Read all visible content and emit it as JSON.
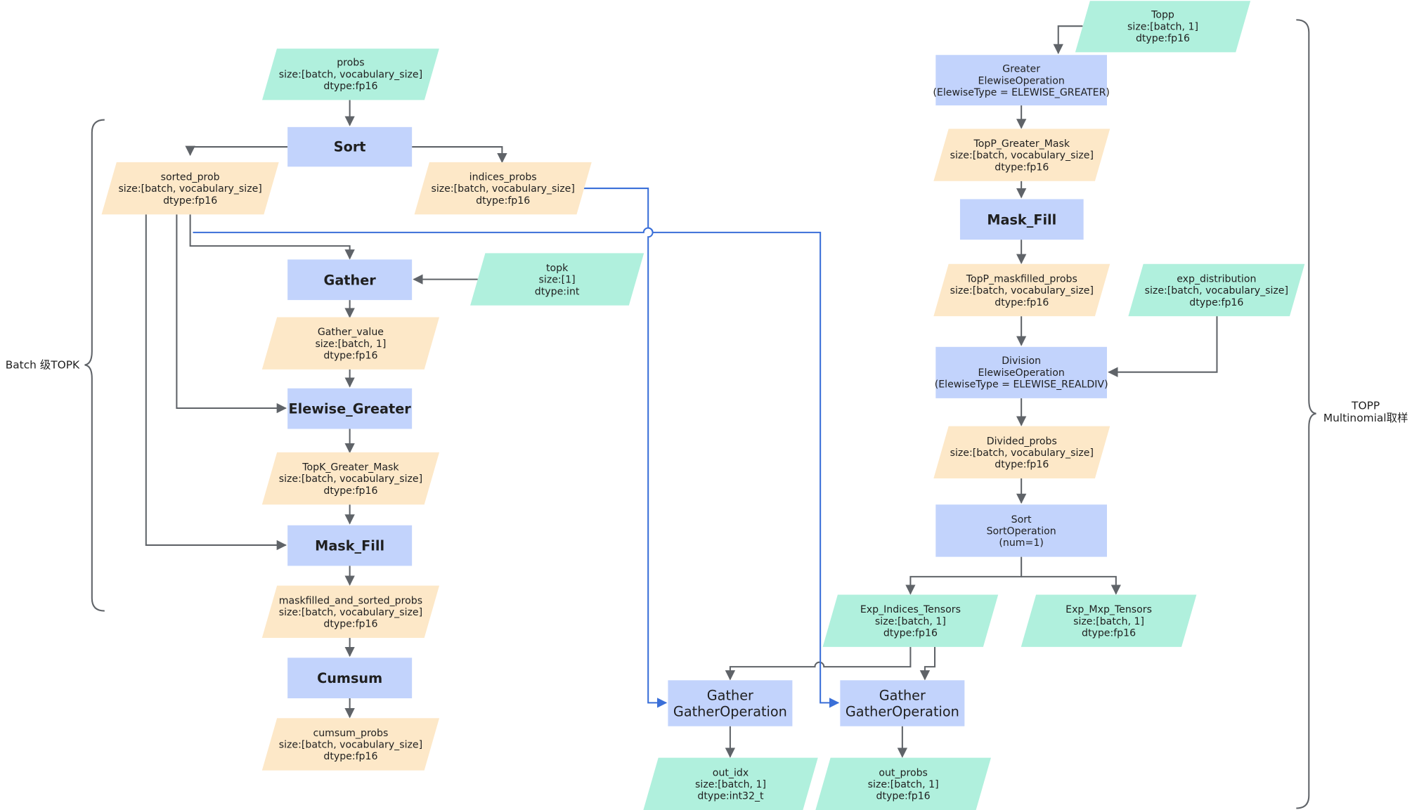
{
  "groups": {
    "topk_label": "Batch 级TOPK",
    "topp_label": "TOPP\nMultinomial取样"
  },
  "nodes": {
    "probs": "probs\nsize:[batch, vocabulary_size]\ndtype:fp16",
    "sort": "Sort",
    "sorted_prob": "sorted_prob\nsize:[batch, vocabulary_size]\ndtype:fp16",
    "indices_probs": "indices_probs\nsize:[batch, vocabulary_size]\ndtype:fp16",
    "gather": "Gather",
    "topk": "topk\nsize:[1]\ndtype:int",
    "gather_value": "Gather_value\nsize:[batch, 1]\ndtype:fp16",
    "elewise_greater": "Elewise_Greater",
    "topk_greater_mask": "TopK_Greater_Mask\nsize:[batch, vocabulary_size]\ndtype:fp16",
    "mask_fill_left": "Mask_Fill",
    "maskfilled_sorted": "maskfilled_and_sorted_probs\nsize:[batch, vocabulary_size]\ndtype:fp16",
    "cumsum": "Cumsum",
    "cumsum_probs": "cumsum_probs\nsize:[batch, vocabulary_size]\ndtype:fp16",
    "topp": "Topp\nsize:[batch, 1]\ndtype:fp16",
    "greater_op": "Greater\nElewiseOperation\n(ElewiseType = ELEWISE_GREATER)",
    "topp_greater_mask": "TopP_Greater_Mask\nsize:[batch, vocabulary_size]\ndtype:fp16",
    "mask_fill_right": "Mask_Fill",
    "topp_maskfilled": "TopP_maskfilled_probs\nsize:[batch, vocabulary_size]\ndtype:fp16",
    "exp_distribution": "exp_distribution\nsize:[batch, vocabulary_size]\ndtype:fp16",
    "division_op": "Division\nElewiseOperation\n(ElewiseType = ELEWISE_REALDIV)",
    "divided_probs": "Divided_probs\nsize:[batch, vocabulary_size]\ndtype:fp16",
    "sort_op": "Sort\nSortOperation\n(num=1)",
    "exp_indices": "Exp_Indices_Tensors\nsize:[batch, 1]\ndtype:fp16",
    "exp_mxp": "Exp_Mxp_Tensors\nsize:[batch, 1]\ndtype:fp16",
    "gather_op_1": "Gather\nGatherOperation",
    "gather_op_2": "Gather\nGatherOperation",
    "out_idx": "out_idx\nsize:[batch, 1]\ndtype:int32_t",
    "out_probs": "out_probs\nsize:[batch, 1]\ndtype:fp16"
  },
  "colors": {
    "input_tensor": "#b0f0dd",
    "intermediate_tensor": "#fde8c8",
    "operation": "#c2d3fc",
    "edge": "#5f6368",
    "highlight_edge": "#3a6fd8"
  }
}
